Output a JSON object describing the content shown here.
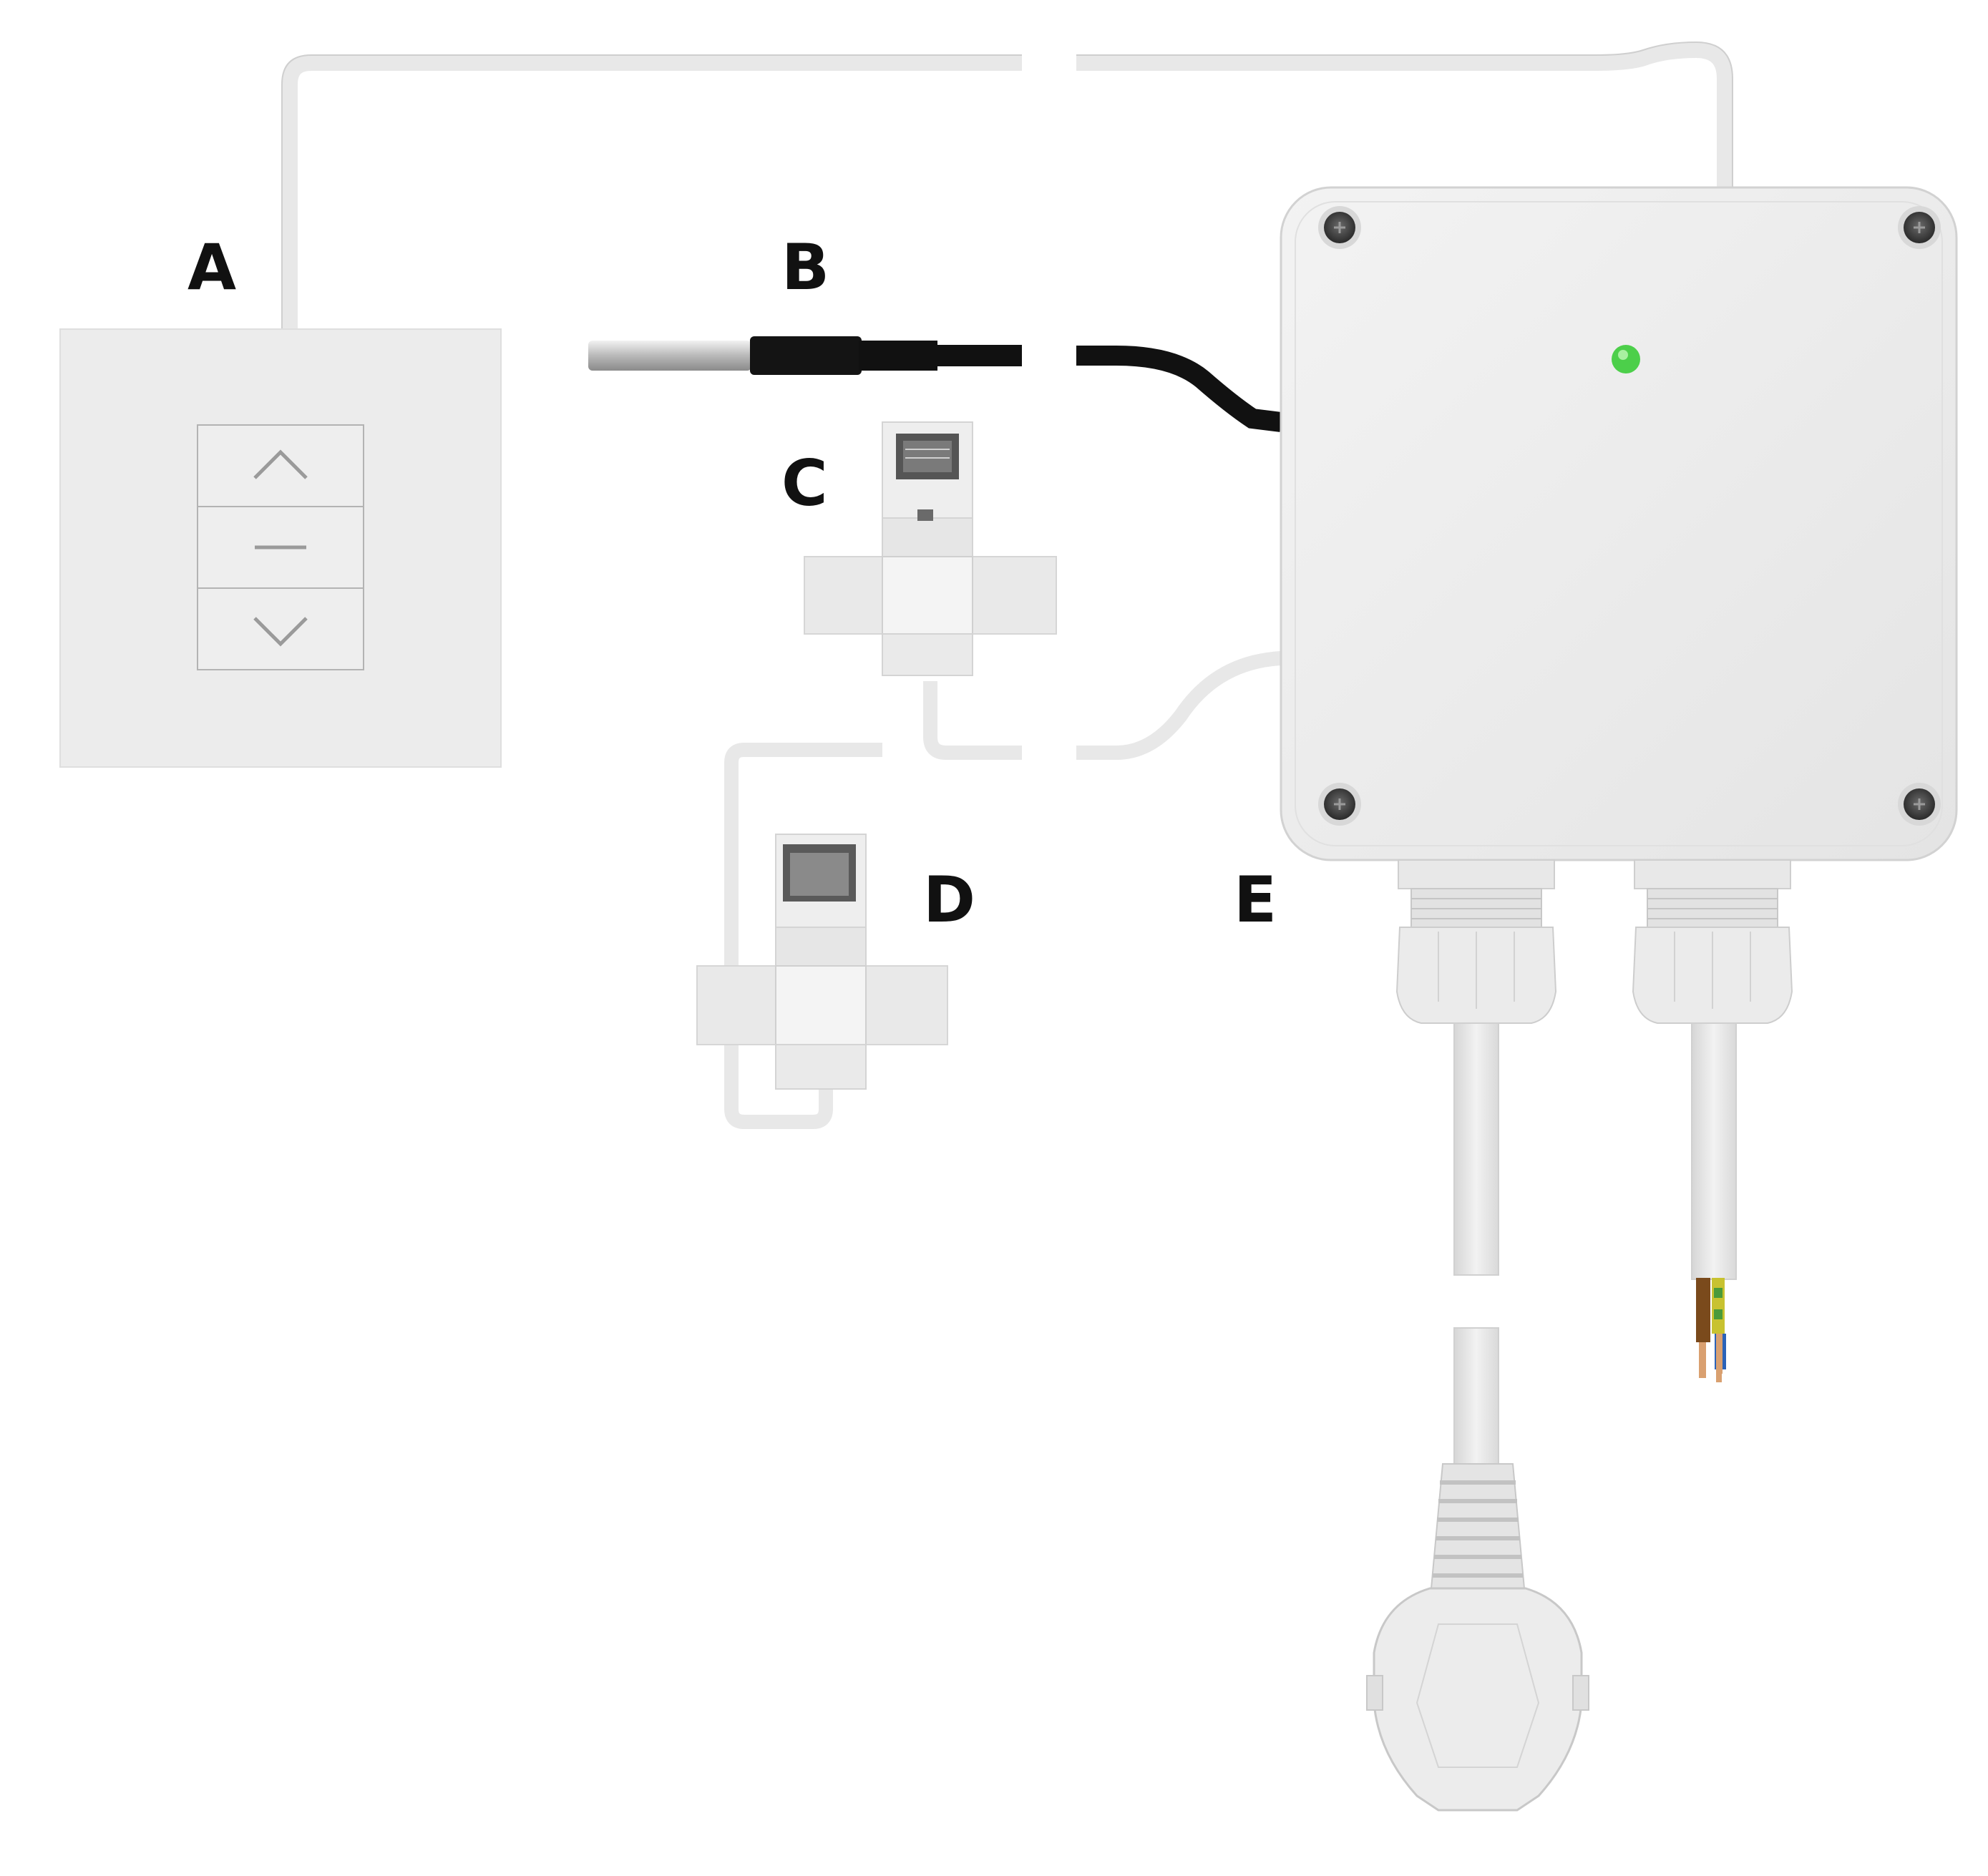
{
  "labels": {
    "a": "A",
    "b": "B",
    "c": "C",
    "d": "D",
    "e": "E"
  },
  "components": {
    "a": "wall-switch",
    "b": "temperature-sensor",
    "c": "current-clamp",
    "d": "current-clamp",
    "e": "control-box"
  },
  "colors": {
    "background": "#ffffff",
    "cable_white": "#ebebeb",
    "cable_black": "#111111",
    "housing": "#ededed",
    "led": "#4ccf4a",
    "wire_brown": "#7a4a1c",
    "wire_blue": "#2a62b8",
    "wire_yellow_green": "#c8c230",
    "wire_copper": "#d9a070"
  },
  "icons": {
    "up": "chevron-up-icon",
    "stop": "dash-icon",
    "down": "chevron-down-icon",
    "led": "led-icon",
    "screw": "screw-icon",
    "plug": "schuko-plug-icon"
  }
}
